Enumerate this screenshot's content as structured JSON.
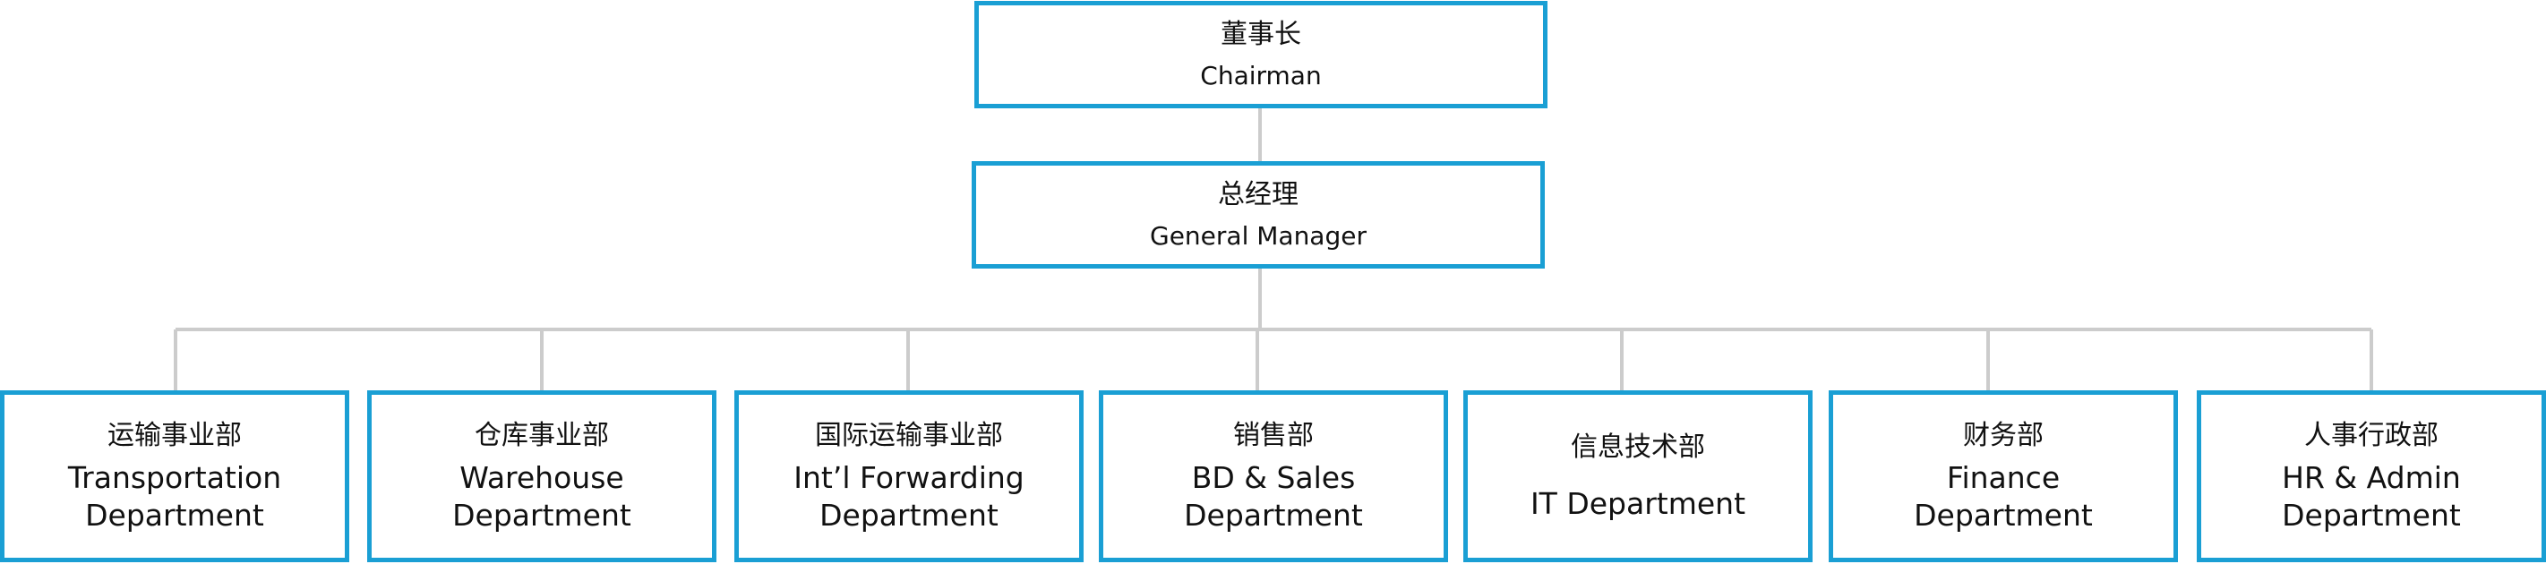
{
  "chart": {
    "chairman": {
      "cn": "董事长",
      "en": "Chairman"
    },
    "general_manager": {
      "cn": "总经理",
      "en": "General Manager"
    },
    "departments": [
      {
        "cn": "运输事业部",
        "en_line1": "Transportation",
        "en_line2": "Department"
      },
      {
        "cn": "仓库事业部",
        "en_line1": "Warehouse",
        "en_line2": "Department"
      },
      {
        "cn": "国际运输事业部",
        "en_line1": "Int’l Forwarding",
        "en_line2": "Department"
      },
      {
        "cn": "销售部",
        "en_line1": "BD & Sales",
        "en_line2": "Department"
      },
      {
        "cn": "信息技术部",
        "en_line1": "IT Department",
        "en_line2": ""
      },
      {
        "cn": "财务部",
        "en_line1": "Finance",
        "en_line2": "Department"
      },
      {
        "cn": "人事行政部",
        "en_line1": "HR & Admin",
        "en_line2": "Department"
      }
    ]
  },
  "colors": {
    "box_border": "#1a9fd4",
    "connector": "#cccccc",
    "text": "#111111"
  }
}
